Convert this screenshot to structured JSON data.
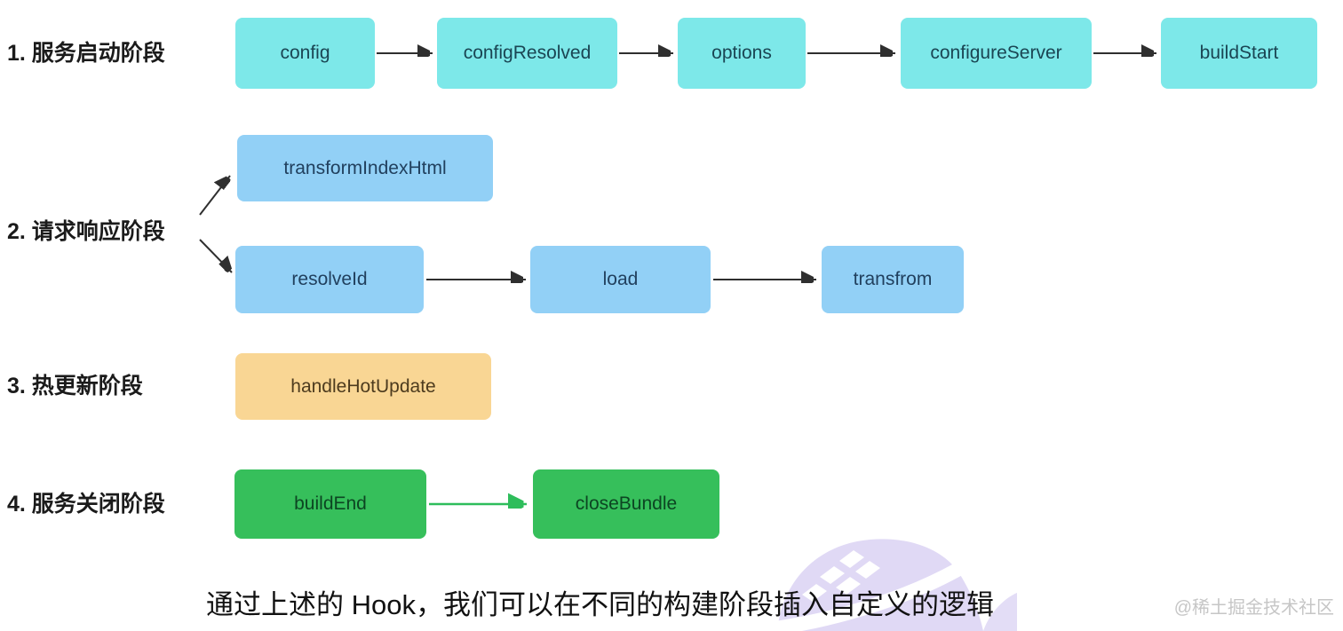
{
  "stages": [
    {
      "label": "1. 服务启动阶段",
      "hooks": [
        "config",
        "configResolved",
        "options",
        "configureServer",
        "buildStart"
      ]
    },
    {
      "label": "2. 请求响应阶段",
      "hooks": [
        "transformIndexHtml",
        "resolveId",
        "load",
        "transfrom"
      ]
    },
    {
      "label": "3. 热更新阶段",
      "hooks": [
        "handleHotUpdate"
      ]
    },
    {
      "label": "4. 服务关闭阶段",
      "hooks": [
        "buildEnd",
        "closeBundle"
      ]
    }
  ],
  "caption": "通过上述的 Hook，我们可以在不同的构建阶段插入自定义的逻辑",
  "watermark": "@稀土掘金技术社区",
  "colors": {
    "startup_box": "#7DE8E9",
    "startup_text": "#1A4553",
    "request_box": "#92D0F6",
    "request_text": "#21405E",
    "hmr_box": "#F9D694",
    "hmr_text": "#4D3B1E",
    "close_box": "#36BF5B",
    "close_text": "#0C4522",
    "arrow": "#2F2F2F",
    "close_arrow": "#2EBD5B",
    "shoe_graphic": "#D9D0F3"
  }
}
